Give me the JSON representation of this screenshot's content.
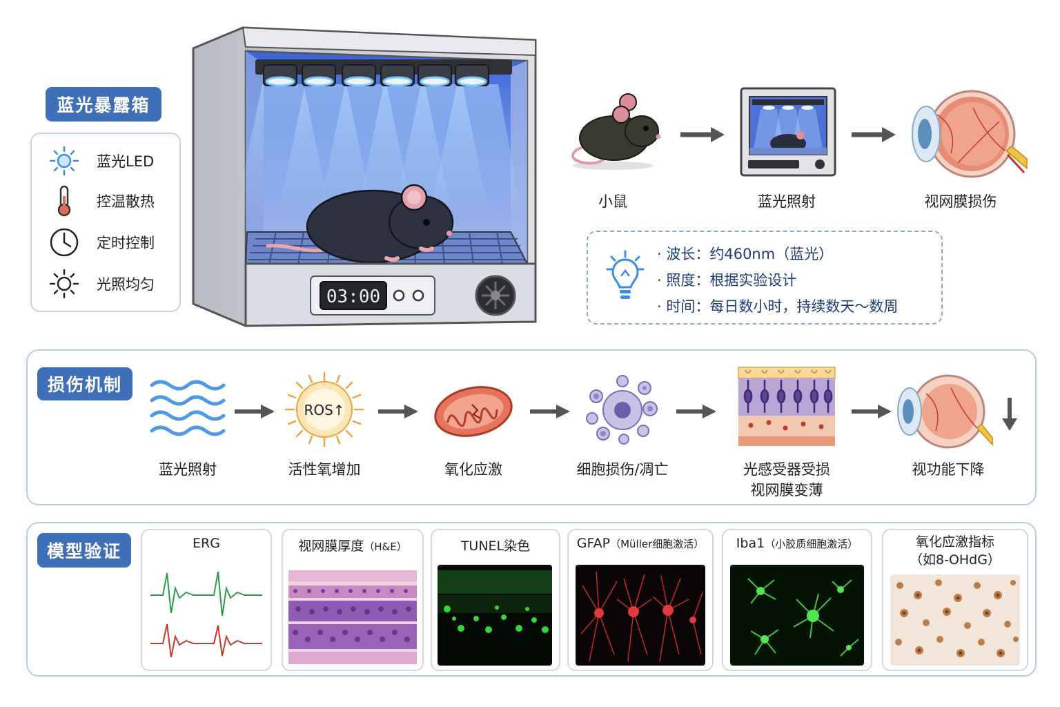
{
  "device": {
    "tag": "蓝光暴露箱",
    "timer": "03:00",
    "legend": [
      {
        "icon": "sun-icon",
        "label": "蓝光LED",
        "color": "#3a8ee0"
      },
      {
        "icon": "thermometer-icon",
        "label": "控温散热",
        "color": "#c0392b"
      },
      {
        "icon": "clock-icon",
        "label": "定时控制",
        "color": "#222222"
      },
      {
        "icon": "sun-outline-icon",
        "label": "光照均匀",
        "color": "#222222"
      }
    ]
  },
  "flow": {
    "steps": [
      "小鼠",
      "蓝光照射",
      "视网膜损伤"
    ],
    "params": [
      "· 波长：约460nm（蓝光）",
      "· 照度：根据实验设计",
      "· 时间：每日数小时，持续数天～数周"
    ]
  },
  "mechanism": {
    "tag": "损伤机制",
    "ros_label": "ROS↑",
    "steps": [
      {
        "label": "蓝光照射"
      },
      {
        "label": "活性氧增加"
      },
      {
        "label": "氧化应激"
      },
      {
        "label": "细胞损伤/凋亡"
      },
      {
        "label": "光感受器受损",
        "label2": "视网膜变薄"
      },
      {
        "label": "视功能下降"
      }
    ]
  },
  "validation": {
    "tag": "模型验证",
    "cards": [
      {
        "title": "ERG",
        "note": ""
      },
      {
        "title": "视网膜厚度",
        "note": "（H&E）"
      },
      {
        "title": "TUNEL染色",
        "note": ""
      },
      {
        "title": "GFAP",
        "note": "（Müller细胞激活）"
      },
      {
        "title": "Iba1",
        "note": "（小胶质细胞激活）"
      },
      {
        "title": "氧化应激指标",
        "note": "（如8-OHdG）"
      }
    ]
  },
  "colors": {
    "accent": "#3f6fb6",
    "blue_light": "#4a90e2",
    "border": "#b9cbe4"
  }
}
